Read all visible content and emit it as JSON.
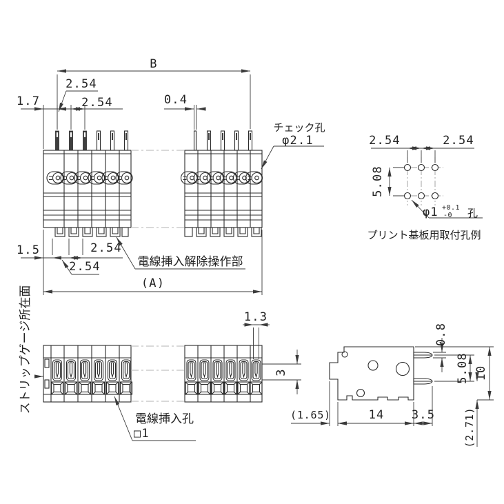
{
  "top_view": {
    "dim_b": "B",
    "dim_pitch_top_a": "2.54",
    "dim_pitch_top_b": "2.54",
    "dim_edge_top": "1.7",
    "dim_pin_width": "0.4",
    "dim_edge_bottom": "1.5",
    "dim_pitch_bottom_a": "2.54",
    "dim_pitch_bottom_b": "2.54",
    "dim_overall": "(A)",
    "label_check_hole": "チェック孔",
    "label_check_hole_dia": "φ2.1",
    "label_release": "電線挿入解除操作部"
  },
  "pcb_hole_example": {
    "dim_pitch_left": "2.54",
    "dim_pitch_right": "2.54",
    "dim_row_pitch": "5.08",
    "hole_dia": "φ1",
    "tol_plus": "+0.1",
    "tol_minus": "-0",
    "hole_suffix": "孔",
    "caption": "プリント基板用取付孔例"
  },
  "front_view": {
    "dim_slot_width": "1.3",
    "dim_slot_height": "3",
    "label_strip_gauge": "ストリップゲージ所在面",
    "label_wire_hole": "電線挿入孔",
    "label_wire_hole_size": "□1"
  },
  "side_view": {
    "dim_pin_thickness": "0.8",
    "dim_pin_pitch": "5.08",
    "dim_height": "10",
    "dim_depth": "14",
    "dim_pin_length": "3.5",
    "dim_lever_depth": "(1.65)",
    "dim_pin_offset": "(2.71)"
  }
}
